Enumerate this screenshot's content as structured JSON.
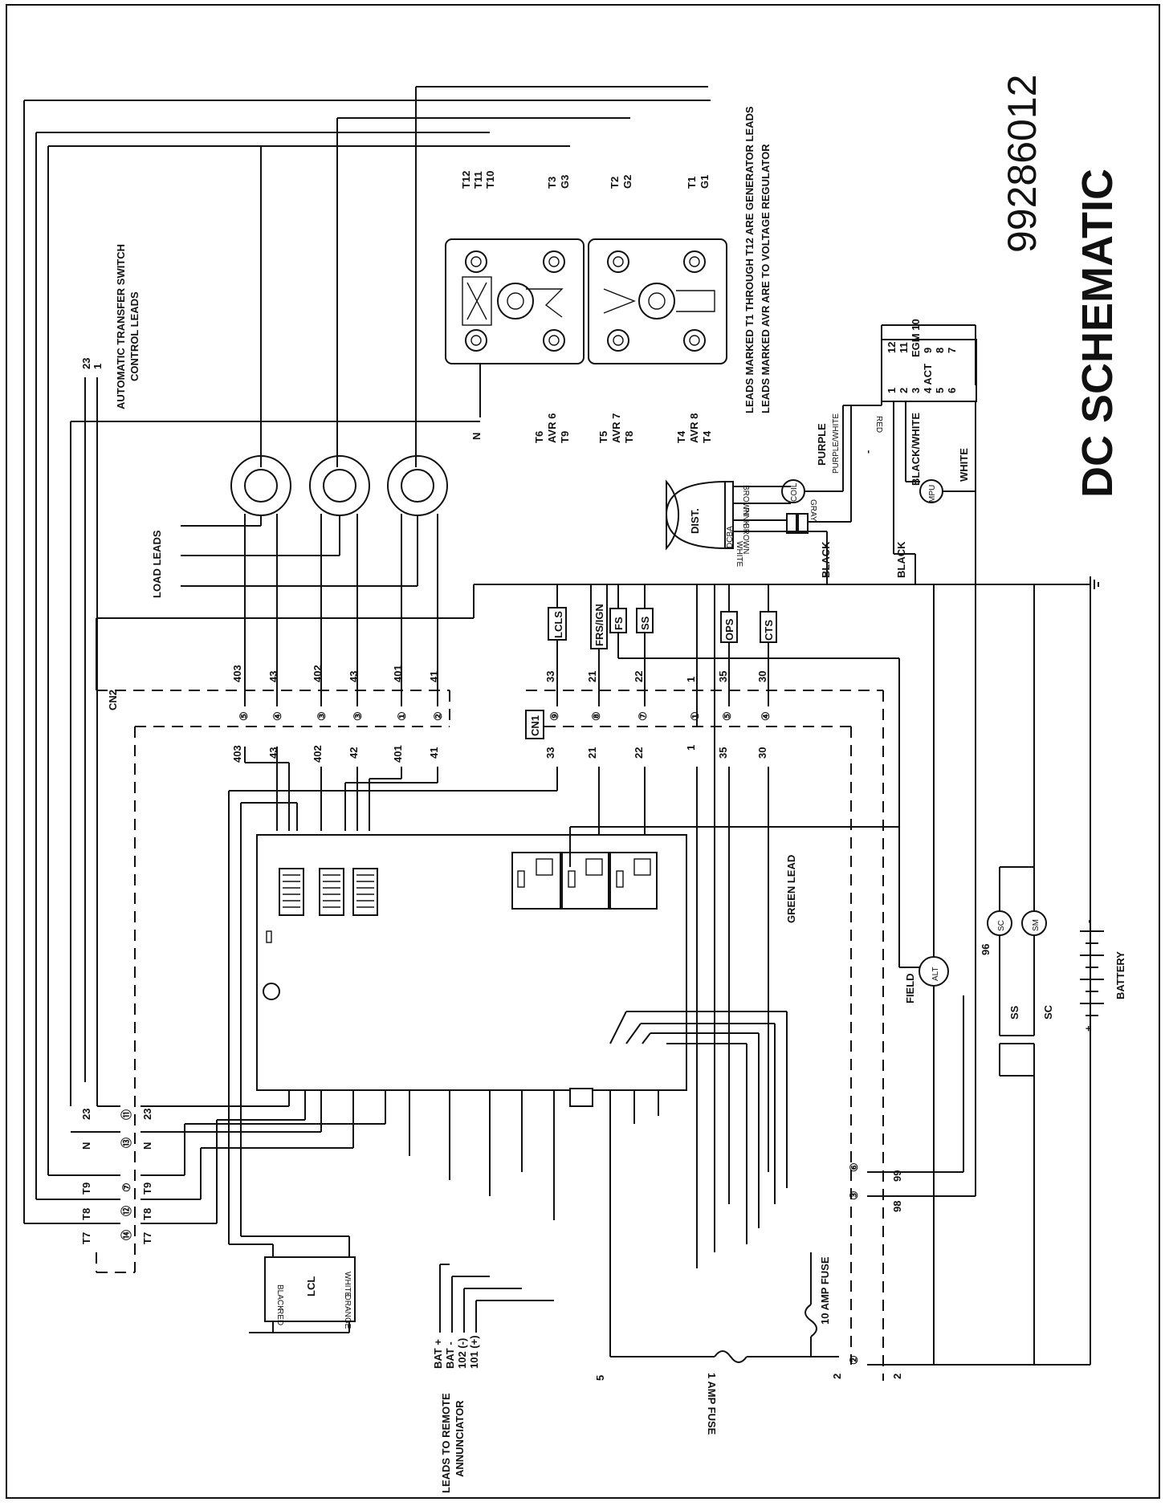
{
  "title": "DC SCHEMATIC",
  "part_number": "99286012",
  "notes": {
    "leads_note_1": "LEADS MARKED T1 THROUGH T12 ARE GENERATOR LEADS",
    "leads_note_2": "LEADS MARKED AVR ARE TO VOLTAGE REGULATOR"
  },
  "labels": {
    "ats_1": "AUTOMATIC TRANSFER SWITCH",
    "ats_2": "CONTROL LEADS",
    "load_leads": "LOAD LEADS",
    "remote_1": "LEADS TO REMOTE",
    "remote_2": "ANNUNCIATOR",
    "green_lead": "GREEN LEAD",
    "field": "FIELD",
    "battery": "BATTERY",
    "fuse_1": "1 AMP FUSE",
    "fuse_10": "10 AMP FUSE",
    "cn1": "CN1",
    "cn2": "CN2",
    "lcl": "LCL",
    "dist": "DIST.",
    "coil": "COIL",
    "mpu": "MPU",
    "alt": "ALT",
    "sc": "SC",
    "sm": "SM",
    "ss": "SS",
    "sc_switch": "SC",
    "n_lead": "N",
    "minus": "-",
    "plus": "+"
  },
  "top_leads": [
    "T12",
    "T11",
    "T10",
    "T3",
    "G3",
    "T2",
    "G2",
    "T1",
    "G1"
  ],
  "bottom_leads": [
    "T6",
    "AVR 6",
    "T9",
    "T5",
    "AVR 7",
    "T8",
    "T4",
    "AVR 8",
    "T4"
  ],
  "ats_leads": [
    "23",
    "1"
  ],
  "sensors": [
    "LCLS",
    "FRS/IGN",
    "FS",
    "SS",
    "OPS",
    "CTS"
  ],
  "cn2_top": [
    "403",
    "43",
    "402",
    "43",
    "401",
    "41"
  ],
  "cn2_pins": [
    "⑤",
    "④",
    "③",
    "③",
    "①",
    "②"
  ],
  "cn2_bottom": [
    "403",
    "43",
    "402",
    "42",
    "401",
    "41"
  ],
  "cn1_top": [
    "33",
    "21",
    "22",
    "1",
    "35",
    "30"
  ],
  "cn1_pins": [
    "⑨",
    "⑧",
    "⑦",
    "①",
    "⑤",
    "④"
  ],
  "cn1_bottom": [
    "33",
    "21",
    "22",
    "1",
    "35",
    "30"
  ],
  "lower_left_top": [
    "T7",
    "T8",
    "T9",
    "N",
    "23"
  ],
  "lower_left_pins": [
    "⑭",
    "⑫",
    "⑦",
    "⑬",
    "⑪"
  ],
  "lower_left_bottom": [
    "T7",
    "T8",
    "T9",
    "N",
    "23"
  ],
  "right_conn_top": [
    "98",
    "99"
  ],
  "right_conn_pins": [
    "③",
    "⑥"
  ],
  "remote_leads": [
    "BAT +",
    "BAT -",
    "102 (-)",
    "101 (+)"
  ],
  "lead_5": "5",
  "lead_2": "2",
  "lead_2b": "2",
  "pin_2": "②",
  "lead_96": "96",
  "lcl_wires": [
    "BLACK",
    "WHITE",
    "RED",
    "ORANGE"
  ],
  "ecm_pins": [
    "1",
    "2",
    "3",
    "4 ACT",
    "5",
    "6",
    "12",
    "11",
    "EGM 10",
    "9",
    "8",
    "7"
  ],
  "wire_colors": {
    "dist_1": "BROWN",
    "dist_2": "PINK",
    "dist_3": "BROWN",
    "dist_4": "WHITE",
    "coil_1": "PURPLE",
    "coil_2": "PURPLE/WHITE",
    "coil_3": "GRAY",
    "red": "RED",
    "bw": "BLACK/WHITE",
    "mpu_w": "WHITE",
    "black_1": "BLACK",
    "black_2": "BLACK",
    "dist_codes": "DCBA"
  }
}
